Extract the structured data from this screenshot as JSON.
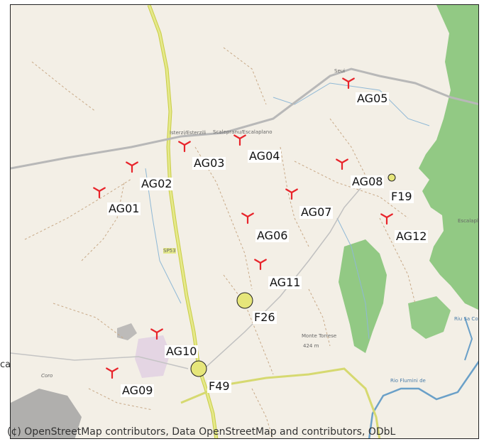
{
  "turbines": [
    {
      "id": "AG01",
      "label": "AG01"
    },
    {
      "id": "AG02",
      "label": "AG02"
    },
    {
      "id": "AG03",
      "label": "AG03"
    },
    {
      "id": "AG04",
      "label": "AG04"
    },
    {
      "id": "AG05",
      "label": "AG05"
    },
    {
      "id": "AG06",
      "label": "AG06"
    },
    {
      "id": "AG07",
      "label": "AG07"
    },
    {
      "id": "AG08",
      "label": "AG08"
    },
    {
      "id": "AG09",
      "label": "AG09"
    },
    {
      "id": "AG10",
      "label": "AG10"
    },
    {
      "id": "AG11",
      "label": "AG11"
    },
    {
      "id": "AG12",
      "label": "AG12"
    }
  ],
  "receptors": [
    {
      "id": "F19",
      "label": "F19"
    },
    {
      "id": "F26",
      "label": "F26"
    },
    {
      "id": "F49",
      "label": "F49"
    }
  ],
  "place_labels": {
    "seui": "Seui",
    "isterzi": "Isterzi/Esterzili",
    "scalepranu": "Scalepranu/Escalaplano",
    "sp53": "SP53",
    "monte": "Monte Torrese",
    "monte_alt": "424 m",
    "rio": "Rio Flumini de",
    "riu": "Riu Sa Colu",
    "coro": "Coro",
    "escalaplano_side": "Escalaplano"
  },
  "clipped_text": "ca",
  "attribution": "(¢) OpenStreetMap contributors, Data OpenStreetMap and contributors, ODbL",
  "colors": {
    "turbine": "#e8242b",
    "receptor_fill": "#e6e67a",
    "forest": "#7fbf73",
    "road_yellow": "#d4d960",
    "water": "#6aa0c8",
    "background": "#f3efe6"
  }
}
